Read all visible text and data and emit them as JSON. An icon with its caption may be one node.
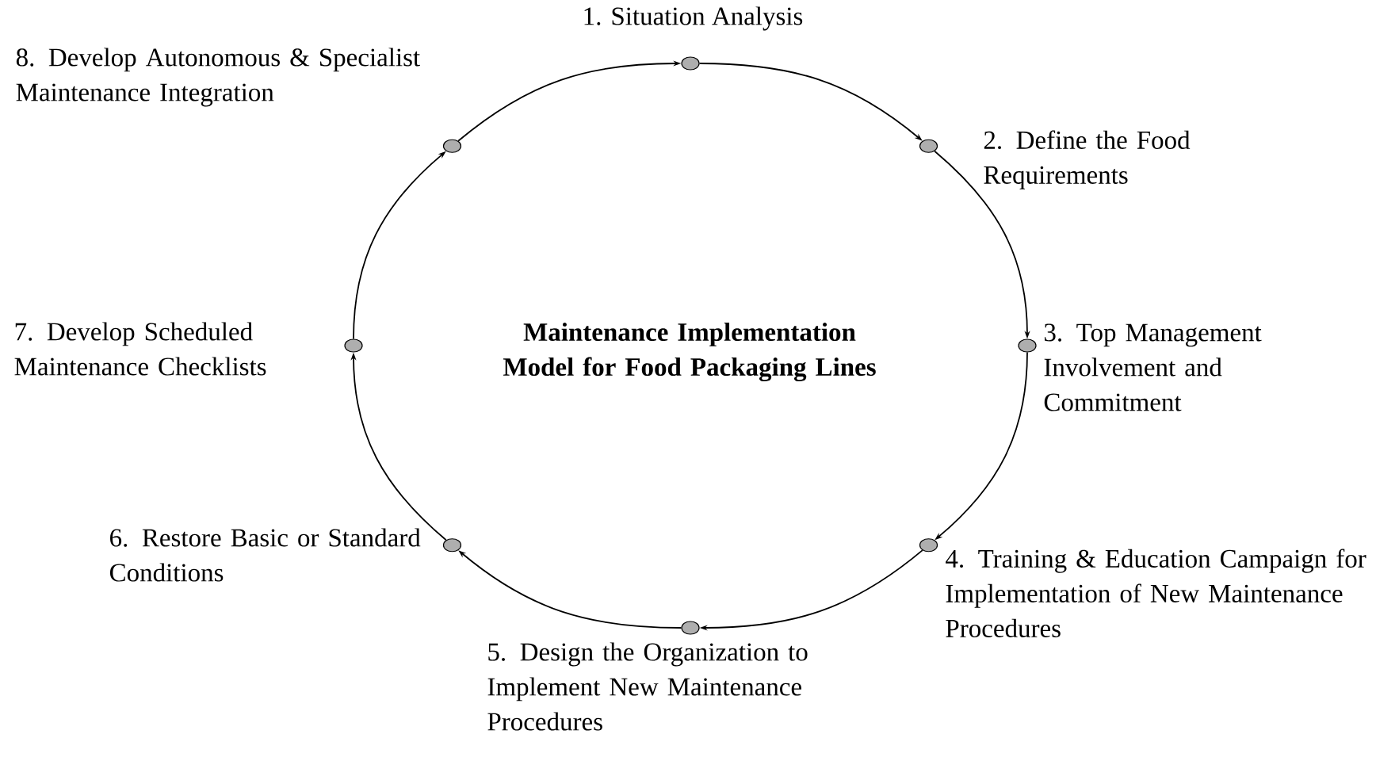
{
  "diagram": {
    "title": "Maintenance Implementation Model for Food Packaging Lines",
    "nodes": [
      {
        "text": [],
        "shape": "circle",
        "beside": [
          "1. Situation Analysis"
        ]
      },
      {
        "text": [],
        "shape": "circle",
        "beside": [
          "2. Define the Food Requirements"
        ]
      },
      {
        "text": [],
        "shape": "circle",
        "beside": [
          "3. Top Management Involvement and Commitment"
        ]
      },
      {
        "text": [],
        "shape": "circle",
        "beside": [
          "4. Training & Education Campaign for Implementation of New Maintenance Procedures"
        ]
      },
      {
        "text": [],
        "shape": "circle",
        "beside": [
          "5. Design the Organization to Implement New Maintenance Procedures"
        ]
      },
      {
        "text": [],
        "shape": "circle",
        "beside": [
          "6. Restore Basic or Standard Conditions"
        ]
      },
      {
        "text": [],
        "shape": "circle",
        "beside": [
          "7. Develop Scheduled Maintenance Checklists"
        ]
      },
      {
        "text": [],
        "shape": "circle",
        "beside": [
          "8. Develop Autonomous & Specialist Maintenance Integration"
        ]
      }
    ],
    "edges": [
      {
        "from": 0,
        "to": 1,
        "arrow": "to"
      },
      {
        "from": 1,
        "to": 2,
        "arrow": "to"
      },
      {
        "from": 2,
        "to": 3,
        "arrow": "to"
      },
      {
        "from": 3,
        "to": 4,
        "arrow": "to"
      },
      {
        "from": 4,
        "to": 5,
        "arrow": "to"
      },
      {
        "from": 5,
        "to": 6,
        "arrow": "to"
      },
      {
        "from": 6,
        "to": 7,
        "arrow": "to"
      },
      {
        "from": 7,
        "to": 0,
        "arrow": "to"
      }
    ]
  }
}
